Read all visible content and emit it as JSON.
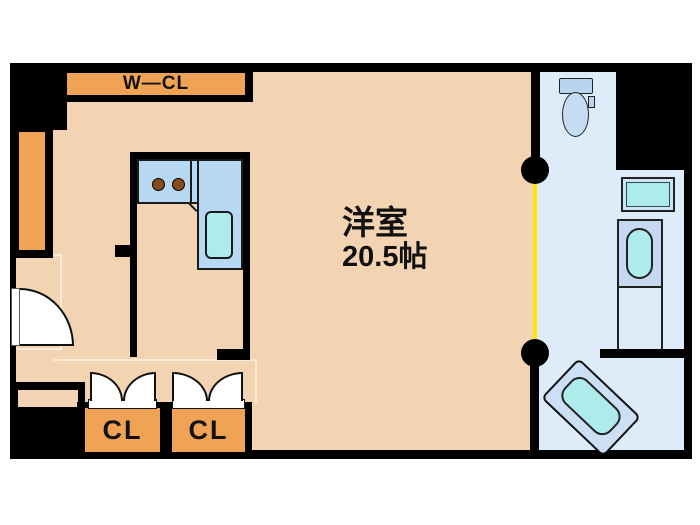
{
  "rooms": {
    "main": {
      "name": "洋室",
      "size": "20.5帖"
    },
    "walk_in_closet": {
      "label": "W—CL"
    },
    "closet_1": {
      "label": "CL"
    },
    "closet_2": {
      "label": "CL"
    }
  },
  "fixtures": [
    "kitchen-counter",
    "stove-burners",
    "kitchen-sink",
    "toilet",
    "mirror-cabinet",
    "washbasin-vanity",
    "bathtub",
    "entry-door",
    "closet-folding-doors",
    "accordion-partition"
  ],
  "palette": {
    "wall_black": "#000000",
    "room_floor_tan": "#f2d3b2",
    "closet_orange": "#f0a355",
    "bath_floor_blue": "#deebf8",
    "counter_blue": "#b7d8f2",
    "fixture_cyan": "#aeebeb",
    "accordion_yellow": "#ffe500",
    "burner_brown": "#8a4a1a"
  }
}
